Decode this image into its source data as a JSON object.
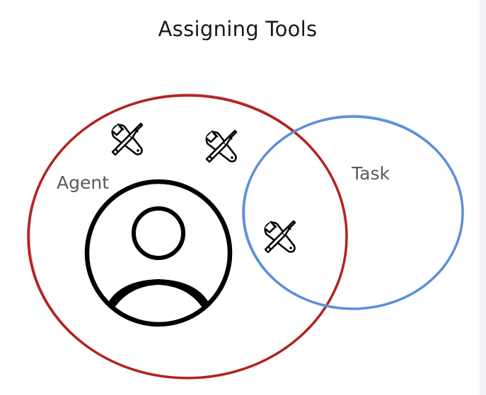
{
  "title": "Assigning Tools",
  "circles": {
    "agent": {
      "label": "Agent",
      "color": "#b22222"
    },
    "task": {
      "label": "Task",
      "color": "#5b8fd9"
    }
  },
  "icons": {
    "tool": "wrench-screwdriver-icon",
    "person": "user-avatar-icon"
  }
}
